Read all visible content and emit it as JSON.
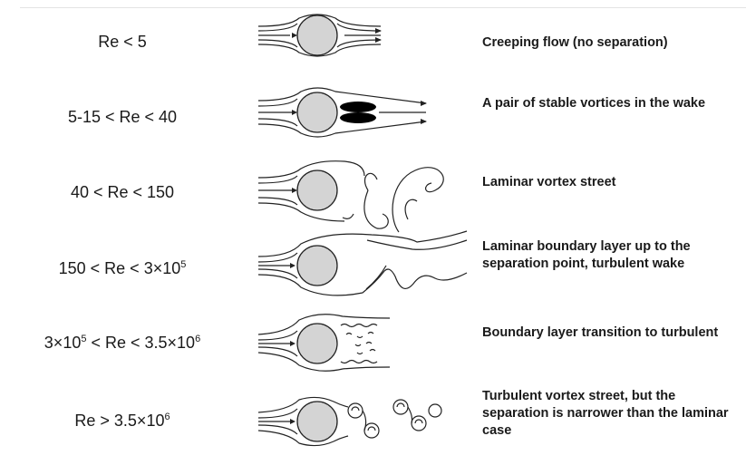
{
  "rows": [
    {
      "regime": [
        "Re < 5"
      ],
      "description": "Creeping flow (no separation)",
      "flow_sketch": "creeping-flow-sketch"
    },
    {
      "regime": [
        "5-15 < Re < 40"
      ],
      "description": "A pair of stable vortices in the wake",
      "flow_sketch": "stable-vortex-pair-sketch"
    },
    {
      "regime": [
        "40 < Re < 150"
      ],
      "description": "Laminar vortex street",
      "flow_sketch": "laminar-vortex-street-sketch"
    },
    {
      "regime": [
        "150 < Re < 3×10",
        "5"
      ],
      "description": "Laminar boundary layer up to the separation point, turbulent wake",
      "flow_sketch": "turbulent-wake-sketch"
    },
    {
      "regime": [
        "3×10",
        "5",
        " < Re < 3.5×10",
        "6"
      ],
      "description": "Boundary layer transition to turbulent",
      "flow_sketch": "boundary-layer-transition-sketch"
    },
    {
      "regime": [
        "Re > 3.5×10",
        "6"
      ],
      "description": "Turbulent vortex street, but the separation is narrower than the laminar case",
      "flow_sketch": "turbulent-vortex-street-sketch"
    }
  ]
}
